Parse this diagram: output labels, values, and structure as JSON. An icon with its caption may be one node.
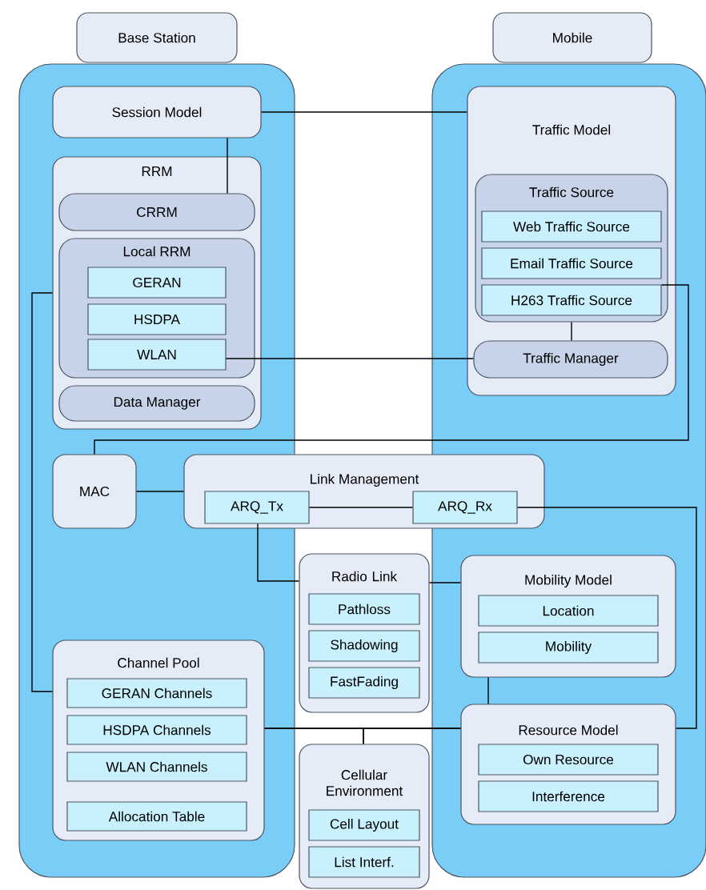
{
  "diagram": {
    "nodes": [
      {
        "text": [
          "Base Station"
        ]
      },
      {
        "text": [],
        "shape": "box"
      },
      {
        "text": [
          "Mobile"
        ]
      },
      {
        "text": [],
        "shape": "box"
      },
      {
        "text": [
          "Session Model"
        ],
        "in": 1
      },
      {
        "text": [
          "RRM"
        ],
        "in": 1
      },
      {
        "text": [
          "CRRM"
        ],
        "in": 5
      },
      {
        "text": [
          "Local RRM"
        ],
        "in": 5
      },
      {
        "text": [
          "GERAN"
        ],
        "in": 7
      },
      {
        "text": [
          "HSDPA"
        ],
        "in": 7
      },
      {
        "text": [
          "WLAN"
        ],
        "in": 7
      },
      {
        "text": [
          "Data Manager"
        ],
        "in": 5
      },
      {
        "text": [
          "Traffic Model"
        ],
        "in": 3
      },
      {
        "text": [
          "Traffic Source"
        ],
        "in": 12
      },
      {
        "text": [
          "Web Traffic Source"
        ],
        "in": 13
      },
      {
        "text": [
          "Email Traffic Source"
        ],
        "in": 13
      },
      {
        "text": [
          "H263 Traffic Source"
        ],
        "in": 13
      },
      {
        "text": [
          "Traffic Manager"
        ],
        "in": 12
      },
      {
        "text": [
          "MAC"
        ],
        "in": 1
      },
      {
        "text": [
          "Link Management"
        ]
      },
      {
        "text": [
          "ARQ_Tx"
        ],
        "in": 19
      },
      {
        "text": [
          "ARQ_Rx"
        ],
        "in": 19
      },
      {
        "text": [
          "Radio Link"
        ]
      },
      {
        "text": [
          "Pathloss"
        ],
        "in": 22
      },
      {
        "text": [
          "Shadowing"
        ],
        "in": 22
      },
      {
        "text": [
          "FastFading"
        ],
        "in": 22
      },
      {
        "text": [
          "Mobility Model"
        ],
        "in": 3
      },
      {
        "text": [
          "Location"
        ],
        "in": 26
      },
      {
        "text": [
          "Mobility"
        ],
        "in": 26
      },
      {
        "text": [
          "Channel Pool"
        ],
        "in": 1
      },
      {
        "text": [
          "GERAN Channels"
        ],
        "in": 29
      },
      {
        "text": [
          "HSDPA Channels"
        ],
        "in": 29
      },
      {
        "text": [
          "WLAN Channels"
        ],
        "in": 29
      },
      {
        "text": [
          "Allocation Table"
        ],
        "in": 29
      },
      {
        "text": [
          "Resource Model"
        ],
        "in": 3
      },
      {
        "text": [
          "Own Resource"
        ],
        "in": 34
      },
      {
        "text": [
          "Interference"
        ],
        "in": 34
      },
      {
        "text": [
          "Cellular Environment"
        ]
      },
      {
        "text": [
          "Cell Layout"
        ],
        "in": 37
      },
      {
        "text": [
          "List Interf."
        ],
        "in": 37
      }
    ],
    "edges": [
      {
        "from": 4,
        "to": 12,
        "arrow": "none"
      },
      {
        "from": 4,
        "to": 6,
        "arrow": "none"
      },
      {
        "from": 10,
        "to": 17,
        "arrow": "none"
      },
      {
        "from": 13,
        "to": 17,
        "arrow": "none"
      },
      {
        "from": 16,
        "to": 18,
        "arrow": "none"
      },
      {
        "from": 5,
        "to": 29,
        "arrow": "none"
      },
      {
        "from": 18,
        "to": 19,
        "arrow": "none"
      },
      {
        "from": 20,
        "to": 21,
        "arrow": "none"
      },
      {
        "from": 21,
        "to": 34,
        "arrow": "none"
      },
      {
        "from": 20,
        "to": 22,
        "arrow": "none"
      },
      {
        "from": 22,
        "to": 26,
        "arrow": "none"
      },
      {
        "from": 26,
        "to": 34,
        "arrow": "none"
      },
      {
        "from": 29,
        "to": 34,
        "arrow": "none"
      },
      {
        "from": 37,
        "to": 29,
        "arrow": "none"
      },
      {
        "from": 37,
        "to": 34,
        "arrow": "none"
      }
    ]
  }
}
